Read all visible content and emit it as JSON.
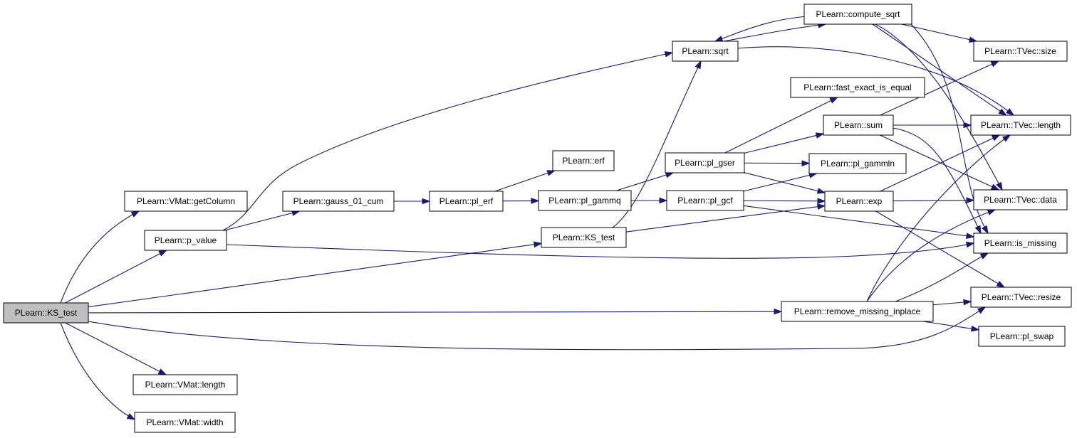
{
  "colors": {
    "edge": "#191970",
    "node_fill": "#ffffff",
    "root_fill": "#bfbfbf",
    "node_stroke": "#000000"
  },
  "nodes": [
    {
      "id": "root",
      "label": "PLearn::KS_test",
      "root": true
    },
    {
      "id": "getColumn",
      "label": "PLearn::VMat::getColumn"
    },
    {
      "id": "p_value",
      "label": "PLearn::p_value"
    },
    {
      "id": "KS_test2",
      "label": "PLearn::KS_test"
    },
    {
      "id": "remove_missing",
      "label": "PLearn::remove_missing_inplace"
    },
    {
      "id": "tvec_resize",
      "label": "PLearn::TVec::resize"
    },
    {
      "id": "vmat_length",
      "label": "PLearn::VMat::length"
    },
    {
      "id": "vmat_width",
      "label": "PLearn::VMat::width"
    },
    {
      "id": "sqrt",
      "label": "PLearn::sqrt"
    },
    {
      "id": "gauss",
      "label": "PLearn::gauss_01_cum"
    },
    {
      "id": "is_missing",
      "label": "PLearn::is_missing"
    },
    {
      "id": "compute_sqrt",
      "label": "PLearn::compute_sqrt"
    },
    {
      "id": "tvec_length",
      "label": "PLearn::TVec::length"
    },
    {
      "id": "tvec_size",
      "label": "PLearn::TVec::size"
    },
    {
      "id": "tvec_data",
      "label": "PLearn::TVec::data"
    },
    {
      "id": "pl_erf",
      "label": "PLearn::pl_erf"
    },
    {
      "id": "erf",
      "label": "PLearn::erf"
    },
    {
      "id": "pl_gammq",
      "label": "PLearn::pl_gammq"
    },
    {
      "id": "pl_gser",
      "label": "PLearn::pl_gser"
    },
    {
      "id": "pl_gcf",
      "label": "PLearn::pl_gcf"
    },
    {
      "id": "exp",
      "label": "PLearn::exp"
    },
    {
      "id": "fast_exact",
      "label": "PLearn::fast_exact_is_equal"
    },
    {
      "id": "sum",
      "label": "PLearn::sum"
    },
    {
      "id": "pl_gammln",
      "label": "PLearn::pl_gammln"
    },
    {
      "id": "pl_swap",
      "label": "PLearn::pl_swap"
    }
  ],
  "edges": [
    {
      "from": "root",
      "to": "getColumn"
    },
    {
      "from": "root",
      "to": "p_value"
    },
    {
      "from": "root",
      "to": "KS_test2"
    },
    {
      "from": "root",
      "to": "remove_missing"
    },
    {
      "from": "root",
      "to": "tvec_resize"
    },
    {
      "from": "root",
      "to": "vmat_length"
    },
    {
      "from": "root",
      "to": "vmat_width"
    },
    {
      "from": "p_value",
      "to": "sqrt"
    },
    {
      "from": "p_value",
      "to": "gauss"
    },
    {
      "from": "p_value",
      "to": "is_missing"
    },
    {
      "from": "sqrt",
      "to": "compute_sqrt"
    },
    {
      "from": "sqrt",
      "to": "tvec_length"
    },
    {
      "from": "compute_sqrt",
      "to": "sqrt"
    },
    {
      "from": "compute_sqrt",
      "to": "tvec_size"
    },
    {
      "from": "compute_sqrt",
      "to": "tvec_length"
    },
    {
      "from": "compute_sqrt",
      "to": "tvec_data"
    },
    {
      "from": "compute_sqrt",
      "to": "is_missing"
    },
    {
      "from": "gauss",
      "to": "pl_erf"
    },
    {
      "from": "pl_erf",
      "to": "erf"
    },
    {
      "from": "pl_erf",
      "to": "pl_gammq"
    },
    {
      "from": "pl_gammq",
      "to": "pl_gser"
    },
    {
      "from": "pl_gammq",
      "to": "pl_gcf"
    },
    {
      "from": "pl_gser",
      "to": "fast_exact"
    },
    {
      "from": "pl_gser",
      "to": "sum"
    },
    {
      "from": "pl_gser",
      "to": "pl_gammln"
    },
    {
      "from": "pl_gser",
      "to": "exp"
    },
    {
      "from": "pl_gcf",
      "to": "pl_gammln"
    },
    {
      "from": "pl_gcf",
      "to": "exp"
    },
    {
      "from": "pl_gcf",
      "to": "is_missing"
    },
    {
      "from": "sum",
      "to": "tvec_size"
    },
    {
      "from": "sum",
      "to": "tvec_length"
    },
    {
      "from": "sum",
      "to": "tvec_data"
    },
    {
      "from": "sum",
      "to": "is_missing"
    },
    {
      "from": "exp",
      "to": "tvec_length"
    },
    {
      "from": "exp",
      "to": "tvec_data"
    },
    {
      "from": "exp",
      "to": "tvec_resize"
    },
    {
      "from": "KS_test2",
      "to": "sqrt"
    },
    {
      "from": "KS_test2",
      "to": "exp"
    },
    {
      "from": "remove_missing",
      "to": "tvec_length"
    },
    {
      "from": "remove_missing",
      "to": "tvec_data"
    },
    {
      "from": "remove_missing",
      "to": "is_missing"
    },
    {
      "from": "remove_missing",
      "to": "tvec_resize"
    },
    {
      "from": "remove_missing",
      "to": "pl_swap"
    }
  ]
}
